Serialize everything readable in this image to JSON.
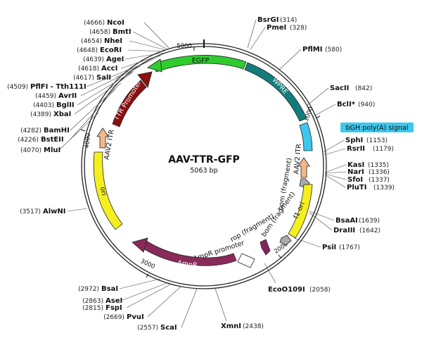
{
  "map": {
    "name": "AAV-TTR-GFP",
    "length_label": "5063 bp",
    "total_bp": 5063
  },
  "ticks": [
    "1000",
    "2000",
    "3000",
    "4000",
    "5000"
  ],
  "features": [
    {
      "id": "egfp",
      "label": "EGFP",
      "color": "#2ecc2e",
      "text_color": "#111"
    },
    {
      "id": "wpre",
      "label": "WPRE",
      "color": "#127c7c",
      "text_color": "#ffffff"
    },
    {
      "id": "bgh",
      "label": "bGH poly(A) signal",
      "color": "#3cc8ee",
      "text_color": "#111"
    },
    {
      "id": "itr_right",
      "label": "AAV2 ITR",
      "color": "#f4b98a",
      "text_color": "#111"
    },
    {
      "id": "bom_frag1",
      "label": "bom (fragment)",
      "color": "#aaaaaa",
      "text_color": "#111"
    },
    {
      "id": "f1ori",
      "label": "f1 ori",
      "color": "#f4f020",
      "text_color": "#111"
    },
    {
      "id": "bom_frag2",
      "label": "bom (fragment)",
      "color": "#aaaaaa",
      "text_color": "#111"
    },
    {
      "id": "rop",
      "label": "rop (fragment)",
      "color": "#8a2060",
      "text_color": "#111"
    },
    {
      "id": "ampr_promoter",
      "label": "AmpR promoter",
      "color": "#ffffff",
      "text_color": "#111"
    },
    {
      "id": "ampr",
      "label": "AmpR",
      "color": "#8a2a5a",
      "text_color": "#ffffff"
    },
    {
      "id": "ori",
      "label": "ori",
      "color": "#f4f020",
      "text_color": "#111"
    },
    {
      "id": "itr_left",
      "label": "AAV2 ITR",
      "color": "#f4b98a",
      "text_color": "#111"
    },
    {
      "id": "ttr",
      "label": "TTR Promoter",
      "color": "#8a1010",
      "text_color": "#ffffff"
    }
  ],
  "sites": [
    {
      "name": "NcoI",
      "pos": "(4666)"
    },
    {
      "name": "BmtI",
      "pos": "(4658)"
    },
    {
      "name": "NheI",
      "pos": "(4654)"
    },
    {
      "name": "EcoRI",
      "pos": "(4648)"
    },
    {
      "name": "AgeI",
      "pos": "(4639)"
    },
    {
      "name": "AccI",
      "pos": "(4618)"
    },
    {
      "name": "SalI",
      "pos": "(4617)"
    },
    {
      "name": "PflFI - Tth111I",
      "pos": "(4509)"
    },
    {
      "name": "AvrII",
      "pos": "(4459)"
    },
    {
      "name": "BglII",
      "pos": "(4403)"
    },
    {
      "name": "XbaI",
      "pos": "(4389)"
    },
    {
      "name": "BamHI",
      "pos": "(4282)"
    },
    {
      "name": "BstEII",
      "pos": "(4226)"
    },
    {
      "name": "MluI",
      "pos": "(4070)"
    },
    {
      "name": "AlwNI",
      "pos": "(3517)"
    },
    {
      "name": "BsaI",
      "pos": "(2972)"
    },
    {
      "name": "AseI",
      "pos": "(2863)"
    },
    {
      "name": "FspI",
      "pos": "(2815)"
    },
    {
      "name": "PvuI",
      "pos": "(2669)"
    },
    {
      "name": "ScaI",
      "pos": "(2557)"
    },
    {
      "name": "XmnI",
      "pos": "(2438)"
    },
    {
      "name": "EcoO109I",
      "pos": "(2058)"
    },
    {
      "name": "PsiI",
      "pos": "(1767)"
    },
    {
      "name": "BsaAI",
      "pos": "(1639)"
    },
    {
      "name": "DraIII",
      "pos": "(1642)"
    },
    {
      "name": "SphI",
      "pos": "(1153)"
    },
    {
      "name": "RsrII",
      "pos": "(1179)"
    },
    {
      "name": "KasI",
      "pos": "(1335)"
    },
    {
      "name": "NarI",
      "pos": "(1336)"
    },
    {
      "name": "SfoI",
      "pos": "(1337)"
    },
    {
      "name": "PluTI",
      "pos": "(1339)"
    },
    {
      "name": "SacII",
      "pos": "(842)"
    },
    {
      "name": "BclI*",
      "pos": "(940)"
    },
    {
      "name": "PflMI",
      "pos": "(580)"
    },
    {
      "name": "BsrGI",
      "pos": "(314)"
    },
    {
      "name": "PmeI",
      "pos": "(328)"
    }
  ]
}
